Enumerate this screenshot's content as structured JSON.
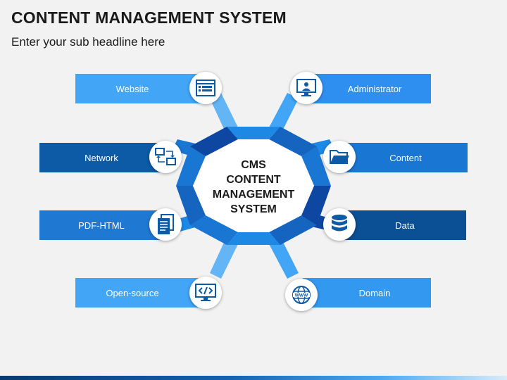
{
  "header": {
    "title": "CONTENT MANAGEMENT SYSTEM",
    "subtitle": "Enter your sub headline here"
  },
  "center": {
    "lines": [
      "CMS",
      "CONTENT",
      "MANAGEMENT",
      "SYSTEM"
    ]
  },
  "items": [
    {
      "label": "Website",
      "icon": "browser-window-icon",
      "color": "#42a5f5"
    },
    {
      "label": "Administrator",
      "icon": "monitor-user-icon",
      "color": "#2f8ff0"
    },
    {
      "label": "Network",
      "icon": "network-icon",
      "color": "#0d5aa7"
    },
    {
      "label": "Content",
      "icon": "folder-icon",
      "color": "#1976d2"
    },
    {
      "label": "PDF-HTML",
      "icon": "documents-icon",
      "color": "#1f78d1"
    },
    {
      "label": "Data",
      "icon": "database-icon",
      "color": "#0b4f94"
    },
    {
      "label": "Open-source",
      "icon": "code-monitor-icon",
      "color": "#42a5f5"
    },
    {
      "label": "Domain",
      "icon": "globe-www-icon",
      "color": "#3398f0"
    }
  ],
  "colors": {
    "ring_light": "#2196f3",
    "ring_mid": "#1976d2",
    "ring_dark": "#0d47a1",
    "icon_stroke": "#0d5aa7"
  }
}
